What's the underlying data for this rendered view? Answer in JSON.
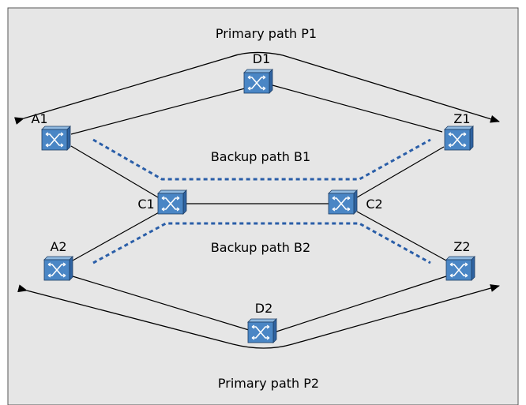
{
  "diagram": {
    "colors": {
      "background": "#e6e6e6",
      "border": "#555555",
      "link": "#000000",
      "backup": "#2a5ea8",
      "switch_top": "#8fb9e0",
      "switch_front": "#4a86c5",
      "switch_side": "#2f63a1"
    },
    "paths": {
      "p1": "Primary path P1",
      "b1": "Backup path B1",
      "b2": "Backup path B2",
      "p2": "Primary path P2"
    },
    "nodes": [
      {
        "id": "D1",
        "label": "D1",
        "icon": "switch-icon"
      },
      {
        "id": "A1",
        "label": "A1",
        "icon": "switch-icon"
      },
      {
        "id": "Z1",
        "label": "Z1",
        "icon": "switch-icon"
      },
      {
        "id": "C1",
        "label": "C1",
        "icon": "switch-icon"
      },
      {
        "id": "C2",
        "label": "C2",
        "icon": "switch-icon"
      },
      {
        "id": "A2",
        "label": "A2",
        "icon": "switch-icon"
      },
      {
        "id": "Z2",
        "label": "Z2",
        "icon": "switch-icon"
      },
      {
        "id": "D2",
        "label": "D2",
        "icon": "switch-icon"
      }
    ]
  }
}
